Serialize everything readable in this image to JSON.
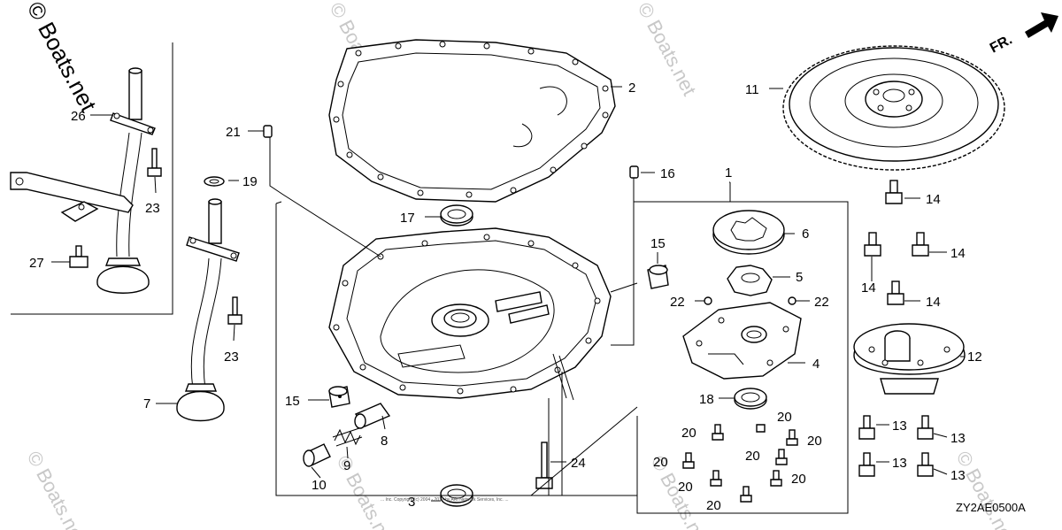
{
  "watermarks": {
    "main": "© Boats.net",
    "faded": "© Boats.net"
  },
  "orientation_label": "FR.",
  "diagram_code": "ZY2AE0500A",
  "copyright_line": "... Inc. Copyright (c) 2004 - 2017 by ARI Network Services, Inc. ...",
  "callouts": {
    "c1": "1",
    "c2": "2",
    "c3": "3",
    "c4": "4",
    "c5": "5",
    "c6": "6",
    "c7": "7",
    "c8": "8",
    "c9": "9",
    "c10": "10",
    "c11": "11",
    "c12": "12",
    "c13a": "13",
    "c13b": "13",
    "c13c": "13",
    "c13d": "13",
    "c14a": "14",
    "c14b": "14",
    "c14c": "14",
    "c14d": "14",
    "c15a": "15",
    "c15b": "15",
    "c16": "16",
    "c17": "17",
    "c18": "18",
    "c19": "19",
    "c20a": "20",
    "c20b": "20",
    "c20c": "20",
    "c20d": "20",
    "c20e": "20",
    "c20f": "20",
    "c20g": "20",
    "c20h": "20",
    "c21": "21",
    "c22a": "22",
    "c22b": "22",
    "c23a": "23",
    "c23b": "23",
    "c24": "24",
    "c26": "26",
    "c27": "27"
  }
}
